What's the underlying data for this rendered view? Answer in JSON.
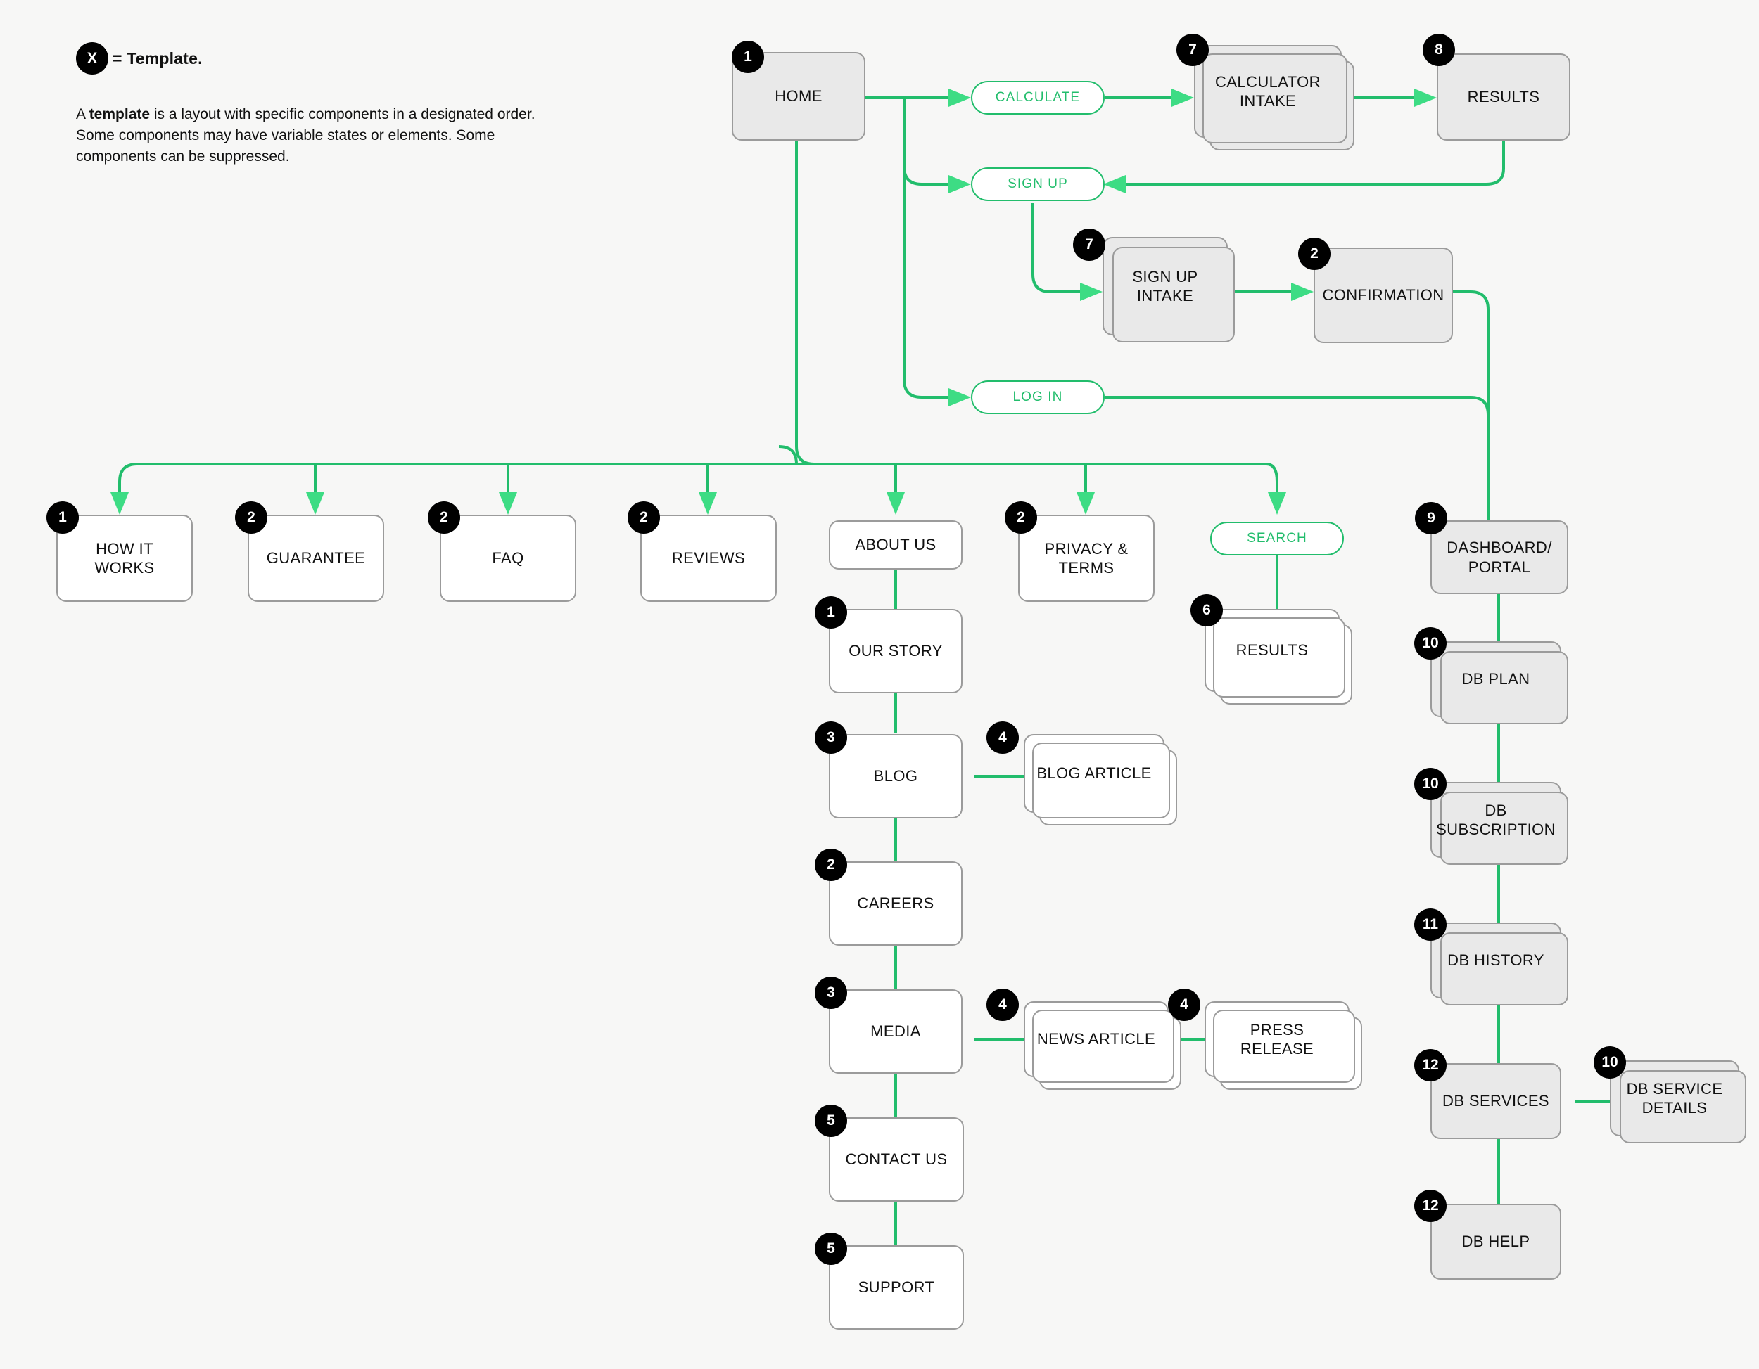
{
  "legend": {
    "badge_symbol": "X",
    "equals_label": "= Template.",
    "description_prefix": "A ",
    "description_bold": "template",
    "description_rest": " is a layout with specific components in a designated order. Some components may have variable states or elements. Some components can be suppressed."
  },
  "colors": {
    "accent_green": "#22bd6c",
    "arrow_green": "#3ddc84",
    "badge_black": "#000000",
    "node_gray_fill": "#e9e9e9",
    "node_white_fill": "#ffffff",
    "node_border": "#9b9b9b",
    "background": "#f7f7f6"
  },
  "nodes": [
    {
      "id": "home",
      "label": "HOME",
      "badge": "1",
      "style": "gray",
      "stack": 0
    },
    {
      "id": "calculate",
      "label": "CALCULATE",
      "badge": null,
      "style": "pill",
      "stack": 0
    },
    {
      "id": "calculator-intake",
      "label": "CALCULATOR INTAKE",
      "badge": "7",
      "style": "gray",
      "stack": 2
    },
    {
      "id": "results-calc",
      "label": "RESULTS",
      "badge": "8",
      "style": "gray",
      "stack": 0
    },
    {
      "id": "sign-up",
      "label": "SIGN UP",
      "badge": null,
      "style": "pill",
      "stack": 0
    },
    {
      "id": "sign-up-intake",
      "label": "SIGN UP INTAKE",
      "badge": "7",
      "style": "gray",
      "stack": 1
    },
    {
      "id": "confirmation",
      "label": "CONFIRMATION",
      "badge": "2",
      "style": "gray",
      "stack": 0
    },
    {
      "id": "log-in",
      "label": "LOG IN",
      "badge": null,
      "style": "pill",
      "stack": 0
    },
    {
      "id": "how-it-works",
      "label": "HOW IT WORKS",
      "badge": "1",
      "style": "white",
      "stack": 0
    },
    {
      "id": "guarantee",
      "label": "GUARANTEE",
      "badge": "2",
      "style": "white",
      "stack": 0
    },
    {
      "id": "faq",
      "label": "FAQ",
      "badge": "2",
      "style": "white",
      "stack": 0
    },
    {
      "id": "reviews",
      "label": "REVIEWS",
      "badge": "2",
      "style": "white",
      "stack": 0
    },
    {
      "id": "about-us",
      "label": "ABOUT US",
      "badge": null,
      "style": "white",
      "stack": 0
    },
    {
      "id": "privacy-terms",
      "label": "PRIVACY & TERMS",
      "badge": "2",
      "style": "white",
      "stack": 0
    },
    {
      "id": "search",
      "label": "SEARCH",
      "badge": null,
      "style": "pill",
      "stack": 0
    },
    {
      "id": "results-search",
      "label": "RESULTS",
      "badge": "6",
      "style": "white",
      "stack": 2
    },
    {
      "id": "our-story",
      "label": "OUR STORY",
      "badge": "1",
      "style": "white",
      "stack": 0
    },
    {
      "id": "blog",
      "label": "BLOG",
      "badge": "3",
      "style": "white",
      "stack": 0
    },
    {
      "id": "blog-article",
      "label": "BLOG ARTICLE",
      "badge": "4",
      "style": "white",
      "stack": 2
    },
    {
      "id": "careers",
      "label": "CAREERS",
      "badge": "2",
      "style": "white",
      "stack": 0
    },
    {
      "id": "media",
      "label": "MEDIA",
      "badge": "3",
      "style": "white",
      "stack": 0
    },
    {
      "id": "news-article",
      "label": "NEWS ARTICLE",
      "badge": "4",
      "style": "white",
      "stack": 2
    },
    {
      "id": "press-release",
      "label": "PRESS RELEASE",
      "badge": "4",
      "style": "white",
      "stack": 2
    },
    {
      "id": "contact-us",
      "label": "CONTACT US",
      "badge": "5",
      "style": "white",
      "stack": 0
    },
    {
      "id": "support",
      "label": "SUPPORT",
      "badge": "5",
      "style": "white",
      "stack": 0
    },
    {
      "id": "dashboard-portal",
      "label": "DASHBOARD/ PORTAL",
      "badge": "9",
      "style": "gray",
      "stack": 0
    },
    {
      "id": "db-plan",
      "label": "DB PLAN",
      "badge": "10",
      "style": "gray",
      "stack": 1
    },
    {
      "id": "db-subscription",
      "label": "DB SUBSCRIPTION",
      "badge": "10",
      "style": "gray",
      "stack": 1
    },
    {
      "id": "db-history",
      "label": "DB HISTORY",
      "badge": "11",
      "style": "gray",
      "stack": 1
    },
    {
      "id": "db-services",
      "label": "DB SERVICES",
      "badge": "12",
      "style": "gray",
      "stack": 0
    },
    {
      "id": "db-service-details",
      "label": "DB SERVICE DETAILS",
      "badge": "10",
      "style": "gray",
      "stack": 1
    },
    {
      "id": "db-help",
      "label": "DB HELP",
      "badge": "12",
      "style": "gray",
      "stack": 0
    }
  ],
  "labels": {
    "home": "HOME",
    "calculate": "CALCULATE",
    "calculator_intake_line1": "CALCULATOR",
    "calculator_intake_line2": "INTAKE",
    "results_calc": "RESULTS",
    "sign_up": "SIGN UP",
    "sign_up_intake": "SIGN UP INTAKE",
    "confirmation": "CONFIRMATION",
    "log_in": "LOG IN",
    "how_it_works": "HOW IT WORKS",
    "guarantee": "GUARANTEE",
    "faq": "FAQ",
    "reviews": "REVIEWS",
    "about_us": "ABOUT US",
    "privacy_line1": "PRIVACY &",
    "privacy_line2": "TERMS",
    "search": "SEARCH",
    "results_search": "RESULTS",
    "our_story": "OUR STORY",
    "blog": "BLOG",
    "blog_article": "BLOG ARTICLE",
    "careers": "CAREERS",
    "media": "MEDIA",
    "news_article": "NEWS ARTICLE",
    "press_release": "PRESS RELEASE",
    "contact_us": "CONTACT US",
    "support": "SUPPORT",
    "dashboard_line1": "DASHBOARD/",
    "dashboard_line2": "PORTAL",
    "db_plan": "DB PLAN",
    "db_subscription_line1": "DB",
    "db_subscription_line2": "SUBSCRIPTION",
    "db_history": "DB HISTORY",
    "db_services": "DB SERVICES",
    "db_service_details_line1": "DB SERVICE",
    "db_service_details_line2": "DETAILS",
    "db_help": "DB HELP"
  },
  "badges": {
    "home": "1",
    "calculator_intake": "7",
    "results_calc": "8",
    "sign_up_intake": "7",
    "confirmation": "2",
    "how_it_works": "1",
    "guarantee": "2",
    "faq": "2",
    "reviews": "2",
    "privacy_terms": "2",
    "results_search": "6",
    "our_story": "1",
    "blog": "3",
    "blog_article": "4",
    "careers": "2",
    "media": "3",
    "news_article": "4",
    "press_release": "4",
    "contact_us": "5",
    "support": "5",
    "dashboard_portal": "9",
    "db_plan": "10",
    "db_subscription": "10",
    "db_history": "11",
    "db_services": "12",
    "db_service_details": "10",
    "db_help": "12"
  }
}
